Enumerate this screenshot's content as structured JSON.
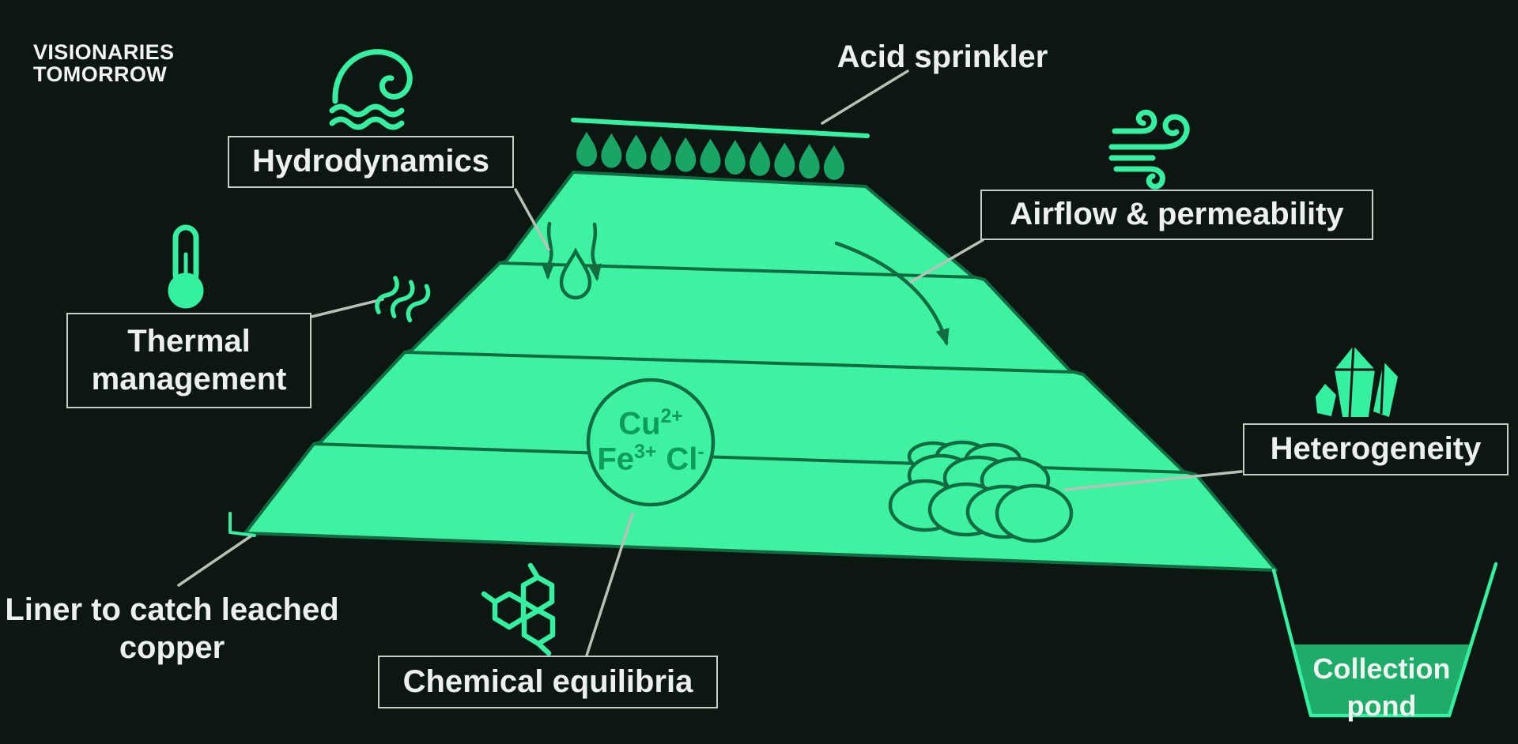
{
  "brand": {
    "line1": "VISIONARIES",
    "line2": "TOMORROW"
  },
  "labels": {
    "acid_sprinkler": "Acid sprinkler",
    "hydrodynamics": "Hydrodynamics",
    "airflow_permeability": "Airflow & permeability",
    "thermal_line1": "Thermal",
    "thermal_line2": "management",
    "heterogeneity": "Heterogeneity",
    "chemical_equilibria": "Chemical equilibria",
    "liner_line1": "Liner to catch leached",
    "liner_line2": "copper",
    "pond_line1": "Collection",
    "pond_line2": "pond"
  },
  "heap": {
    "tiers": 4,
    "ions": {
      "cu_base": "Cu",
      "cu_sup": "2+",
      "fe_base": "Fe",
      "fe_sup": "3+",
      "cl_base": "Cl",
      "cl_sup": "-"
    }
  },
  "sprinkler": {
    "droplet_count": 11
  },
  "icons": [
    "wave-icon",
    "wind-icon",
    "thermometer-icon",
    "heat-waves-icon",
    "crystal-icon",
    "molecule-hexagons-icon",
    "water-drop-icon",
    "sprinkler-droplet-icon"
  ],
  "colors": {
    "background": "#0C1712",
    "heap_fill": "#3DF3A2",
    "accent_green": "#35F0A0",
    "dark_green_stroke": "#136B41",
    "droplet_green": "#18A565",
    "pond_fill": "#1FAC6B",
    "ion_text_green": "#0E9C5A",
    "leader_line": "#B9C0BA",
    "box_border": "#C7CEC8",
    "text_light": "#EDF1EE"
  }
}
